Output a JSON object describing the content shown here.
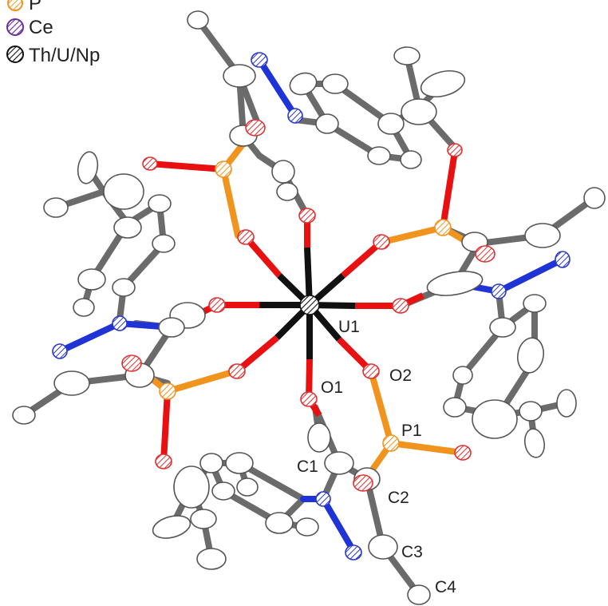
{
  "legend": {
    "items": [
      {
        "label": "P",
        "color": "#f0941e"
      },
      {
        "label": "Ce",
        "color": "#6a2ea0"
      },
      {
        "label": "Th/U/Np",
        "color": "#111111"
      }
    ]
  },
  "labels": {
    "u1": "U1",
    "o1": "O1",
    "o2": "O2",
    "p1": "P1",
    "c1": "C1",
    "c2": "C2",
    "c3": "C3",
    "c4": "C4"
  },
  "colors": {
    "bond_metal": "#111111",
    "bond_oxygen": "#e81010",
    "bond_phosphorus": "#f0941e",
    "bond_nitrogen": "#1f33d6",
    "bond_carbon": "#6b6b6b",
    "atom_oxygen": "#e03030",
    "atom_nitrogen": "#2a3ac8",
    "atom_phosphorus": "#f0941e",
    "atom_carbon": "#555555"
  }
}
